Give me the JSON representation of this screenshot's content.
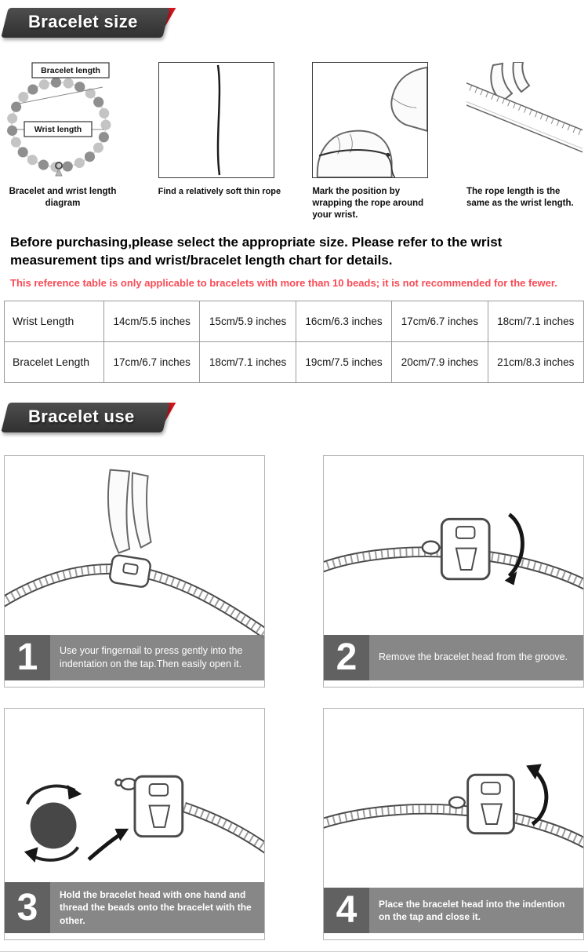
{
  "size": {
    "banner_title": "Bracelet size",
    "figures": [
      {
        "caption": "Bracelet and wrist length diagram"
      },
      {
        "caption": "Find a relatively soft thin rope"
      },
      {
        "caption": "Mark the position by wrapping the rope around your wrist."
      },
      {
        "caption": "The rope length is the same as the wrist length."
      }
    ],
    "diagram_labels": {
      "bracelet_length": "Bracelet length",
      "wrist_length": "Wrist length"
    },
    "intro": "Before purchasing,please select the appropriate size. Please refer to the wrist measurement tips and wrist/bracelet length chart for details.",
    "note": "This reference table is only applicable to bracelets with more than 10 beads; it is not recommended for the fewer.",
    "table": {
      "rows": [
        {
          "label": "Wrist Length",
          "values": [
            "14cm/5.5 inches",
            "15cm/5.9 inches",
            "16cm/6.3 inches",
            "17cm/6.7 inches",
            "18cm/7.1 inches"
          ]
        },
        {
          "label": "Bracelet Length",
          "values": [
            "17cm/6.7 inches",
            "18cm/7.1 inches",
            "19cm/7.5 inches",
            "20cm/7.9 inches",
            "21cm/8.3 inches"
          ]
        }
      ]
    }
  },
  "use": {
    "banner_title": "Bracelet use",
    "steps": [
      {
        "number": "1",
        "caption": "Use your fingernail to press gently into the indentation on the tap.Then easily open it."
      },
      {
        "number": "2",
        "caption": "Remove the bracelet head from the groove."
      },
      {
        "number": "3",
        "caption": "Hold the bracelet head with one hand and thread the beads onto the bracelet with the other."
      },
      {
        "number": "4",
        "caption": "Place the bracelet head into the indention on the tap and close it."
      }
    ]
  },
  "colors": {
    "accent_red": "#d2161e",
    "note_red": "#fa4a55",
    "banner_dark": "#3c3c3c",
    "caption_bar_gray": "#808080",
    "number_box_gray": "#606060"
  }
}
